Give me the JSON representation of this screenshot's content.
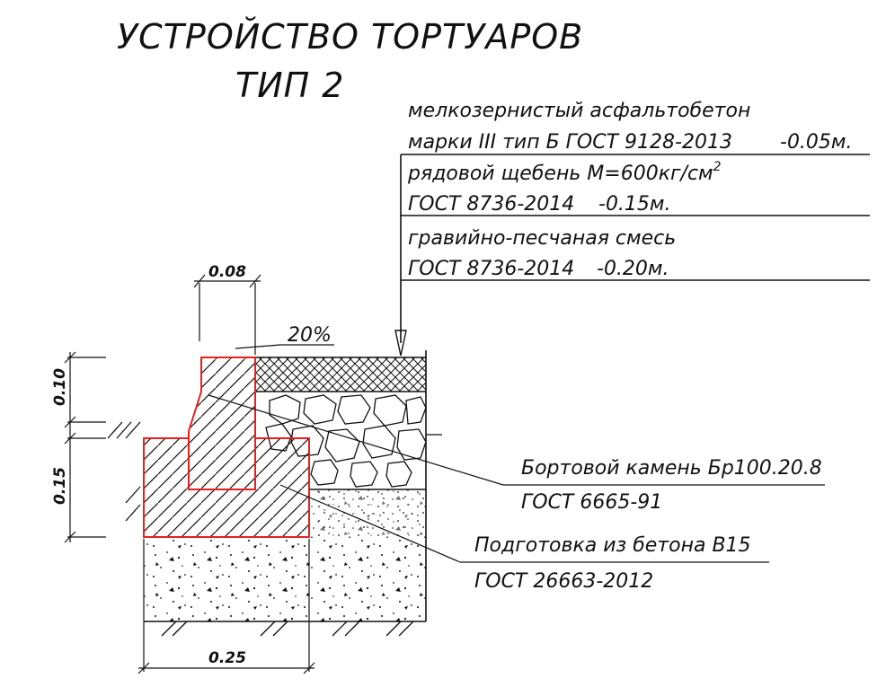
{
  "title": {
    "line1": "УСТРОЙСТВО ТОРТУАРОВ",
    "line2": "ТИП 2"
  },
  "layers": [
    {
      "name": "мелкозернистый асфальтобетон",
      "spec": "марки III  тип Б   ГОСТ 9128-2013",
      "thickness": "-0.05м."
    },
    {
      "name": "рядовой щебень М=600кг/см",
      "superscript": "2",
      "spec": "ГОСТ 8736-2014",
      "thickness": "-0.15м."
    },
    {
      "name": "гравийно-песчаная смесь",
      "spec": "ГОСТ 8736-2014",
      "thickness": "-0.20м."
    }
  ],
  "callouts": {
    "curb": {
      "line1": "Бортовой камень Бр100.20.8",
      "line2": "ГОСТ 6665-91"
    },
    "base": {
      "line1": "Подготовка из бетона В15",
      "line2": "ГОСТ 26663-2012"
    }
  },
  "dimensions": {
    "top_width": "0.08",
    "slope": "20%",
    "upper_height": "0.10",
    "lower_height": "0.15",
    "bottom_width": "0.25"
  },
  "colors": {
    "lines": "#111111",
    "curb_outline": "#e8201c",
    "background": "#ffffff"
  }
}
